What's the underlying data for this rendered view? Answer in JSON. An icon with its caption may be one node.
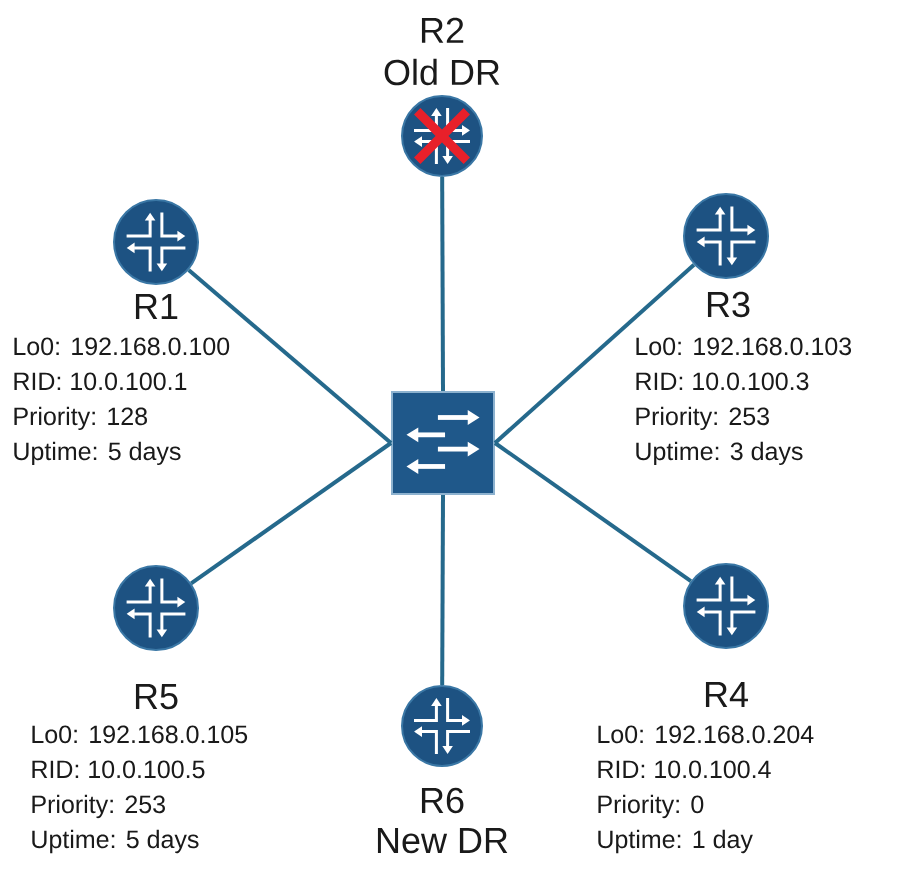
{
  "diagram": {
    "nodes": [
      {
        "text": [
          "R2"
        ],
        "beside": [
          "Old DR"
        ]
      },
      {
        "text": [
          "R1"
        ],
        "beside": [
          "Lo0: 192.168.0.100",
          "RID: 10.0.100.1",
          "Priority: 128",
          "Uptime: 5 days"
        ]
      },
      {
        "text": [
          "R3"
        ],
        "beside": [
          "Lo0: 192.168.0.103",
          "RID: 10.0.100.3",
          "Priority: 253",
          "Uptime: 3 days"
        ]
      },
      {
        "text": [],
        "shape": "box"
      },
      {
        "text": [
          "R5"
        ],
        "beside": [
          "Lo0: 192.168.0.105",
          "RID: 10.0.100.5",
          "Priority: 253",
          "Uptime: 5 days"
        ]
      },
      {
        "text": [
          "R4"
        ],
        "beside": [
          "Lo0: 192.168.0.204",
          "RID: 10.0.100.4",
          "Priority: 0",
          "Uptime: 1 day"
        ]
      },
      {
        "text": [
          "R6"
        ],
        "beside": [
          "New DR"
        ]
      }
    ],
    "edges": [
      {
        "from": 3,
        "to": 0,
        "arrow": "none"
      },
      {
        "from": 3,
        "to": 1,
        "arrow": "none"
      },
      {
        "from": 3,
        "to": 2,
        "arrow": "none"
      },
      {
        "from": 3,
        "to": 4,
        "arrow": "none"
      },
      {
        "from": 3,
        "to": 5,
        "arrow": "none"
      },
      {
        "from": 3,
        "to": 6,
        "arrow": "none"
      }
    ]
  }
}
